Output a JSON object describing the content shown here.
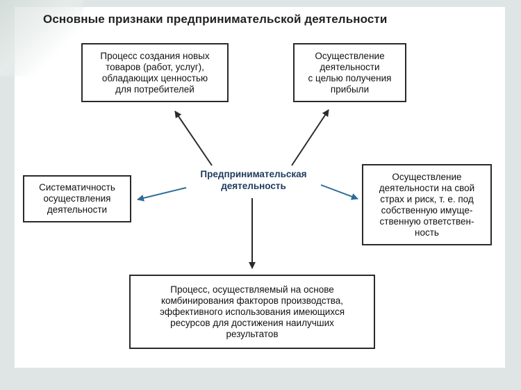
{
  "title": "Основные признаки предпринимательской деятельности",
  "center": "Предпринимательская\nдеятельность",
  "boxes": {
    "top_left": "Процесс создания новых\nтоваров (работ, услуг),\nобладающих ценностью\nдля потребителей",
    "top_right": "Осуществление\nдеятельности\nс целью получения\nприбыли",
    "left": "Систематичность\nосуществления\nдеятельности",
    "right": "Осуществление\nдеятельности на свой\nстрах и риск, т. е. под\nсобственную имуще-\nственную ответствен-\nность",
    "bottom": "Процесс, осуществляемый на основе\nкомбинирования факторов производства,\nэффективного использования имеющихся\nресурсов для достижения наилучших\nрезультатов"
  }
}
